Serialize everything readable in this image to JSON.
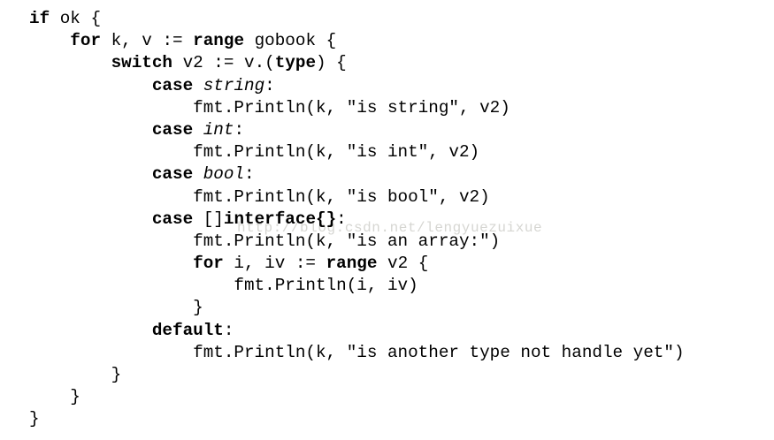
{
  "page": {
    "background_color": "#ffffff",
    "text_color": "#000000"
  },
  "watermark": {
    "text": "http://blog.csdn.net/lengyuezuixue",
    "color": "#d6d6d2"
  },
  "code": {
    "language": "go",
    "lines": [
      [
        {
          "s": "b",
          "t": "if"
        },
        {
          "s": "n",
          "t": " ok {"
        }
      ],
      [
        {
          "s": "n",
          "t": "    "
        },
        {
          "s": "b",
          "t": "for"
        },
        {
          "s": "n",
          "t": " k, v := "
        },
        {
          "s": "b",
          "t": "range"
        },
        {
          "s": "n",
          "t": " gobook {"
        }
      ],
      [
        {
          "s": "n",
          "t": "        "
        },
        {
          "s": "b",
          "t": "switch"
        },
        {
          "s": "n",
          "t": " v2 := v.("
        },
        {
          "s": "b",
          "t": "type"
        },
        {
          "s": "n",
          "t": ") {"
        }
      ],
      [
        {
          "s": "n",
          "t": "            "
        },
        {
          "s": "b",
          "t": "case"
        },
        {
          "s": "n",
          "t": " "
        },
        {
          "s": "i",
          "t": "string"
        },
        {
          "s": "n",
          "t": ":"
        }
      ],
      [
        {
          "s": "n",
          "t": "                fmt.Println(k, \"is string\", v2)"
        }
      ],
      [
        {
          "s": "n",
          "t": "            "
        },
        {
          "s": "b",
          "t": "case"
        },
        {
          "s": "n",
          "t": " "
        },
        {
          "s": "i",
          "t": "int"
        },
        {
          "s": "n",
          "t": ":"
        }
      ],
      [
        {
          "s": "n",
          "t": "                fmt.Println(k, \"is int\", v2)"
        }
      ],
      [
        {
          "s": "n",
          "t": "            "
        },
        {
          "s": "b",
          "t": "case"
        },
        {
          "s": "n",
          "t": " "
        },
        {
          "s": "i",
          "t": "bool"
        },
        {
          "s": "n",
          "t": ":"
        }
      ],
      [
        {
          "s": "n",
          "t": "                fmt.Println(k, \"is bool\", v2)"
        }
      ],
      [
        {
          "s": "n",
          "t": "            "
        },
        {
          "s": "b",
          "t": "case"
        },
        {
          "s": "n",
          "t": " []"
        },
        {
          "s": "b",
          "t": "interface{}"
        },
        {
          "s": "n",
          "t": ":"
        }
      ],
      [
        {
          "s": "n",
          "t": "                fmt.Println(k, \"is an array:\")"
        }
      ],
      [
        {
          "s": "n",
          "t": "                "
        },
        {
          "s": "b",
          "t": "for"
        },
        {
          "s": "n",
          "t": " i, iv := "
        },
        {
          "s": "b",
          "t": "range"
        },
        {
          "s": "n",
          "t": " v2 {"
        }
      ],
      [
        {
          "s": "n",
          "t": "                    fmt.Println(i, iv)"
        }
      ],
      [
        {
          "s": "n",
          "t": "                }"
        }
      ],
      [
        {
          "s": "n",
          "t": "            "
        },
        {
          "s": "b",
          "t": "default"
        },
        {
          "s": "n",
          "t": ":"
        }
      ],
      [
        {
          "s": "n",
          "t": "                fmt.Println(k, \"is another type not handle yet\")"
        }
      ],
      [
        {
          "s": "n",
          "t": "        }"
        }
      ],
      [
        {
          "s": "n",
          "t": "    }"
        }
      ],
      [
        {
          "s": "n",
          "t": "}"
        }
      ]
    ]
  }
}
